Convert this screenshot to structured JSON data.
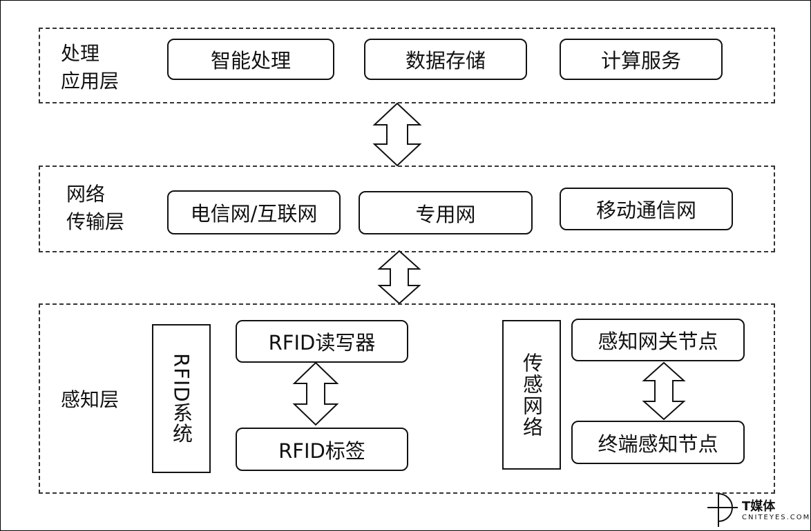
{
  "layers": {
    "application": {
      "label_lines": [
        "处理",
        "应用层"
      ],
      "items": [
        "智能处理",
        "数据存储",
        "计算服务"
      ]
    },
    "transport": {
      "label_lines": [
        "网络",
        "传输层"
      ],
      "items": [
        "电信网/互联网",
        "专用网",
        "移动通信网"
      ]
    },
    "perception": {
      "label": "感知层",
      "rfid_system": {
        "label": "RFID系统",
        "reader": "RFID读写器",
        "tag": "RFID标签"
      },
      "sensor_network": {
        "label": "传感网络",
        "gateway": "感知网关节点",
        "terminal": "终端感知节点"
      }
    }
  },
  "watermark": {
    "name": "T媒体",
    "site": "CNITEYES.COM",
    "icon": "tmedia-logo-icon"
  }
}
